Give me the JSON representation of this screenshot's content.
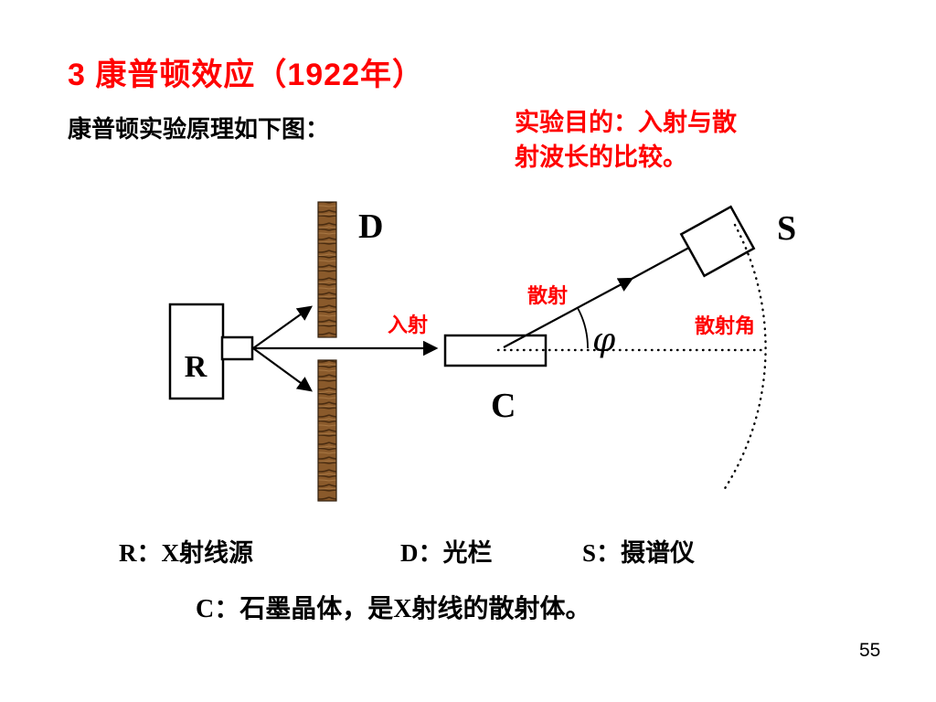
{
  "slide": {
    "title": "3 康普顿效应（1922年）",
    "intro": "康普顿实验原理如下图：",
    "purpose_line1": "实验目的：入射与散",
    "purpose_line2": "射波长的比较。",
    "page_number": "55"
  },
  "diagram": {
    "labels": {
      "source": "R",
      "slit": "D",
      "spectrograph": "S",
      "crystal": "C",
      "incident": "入射",
      "scattered": "散射",
      "scattering_angle": "散射角",
      "phi": "φ"
    },
    "colors": {
      "annotation_red": "#ff0000",
      "line_black": "#000000",
      "slit_wood_brown": "#8a5a2b",
      "background_white": "#ffffff"
    }
  },
  "legend": {
    "source": "R：X射线源",
    "slit": "D：光栏",
    "spectrograph": "S：摄谱仪",
    "crystal_note": "C：石墨晶体，是X射线的散射体。"
  }
}
